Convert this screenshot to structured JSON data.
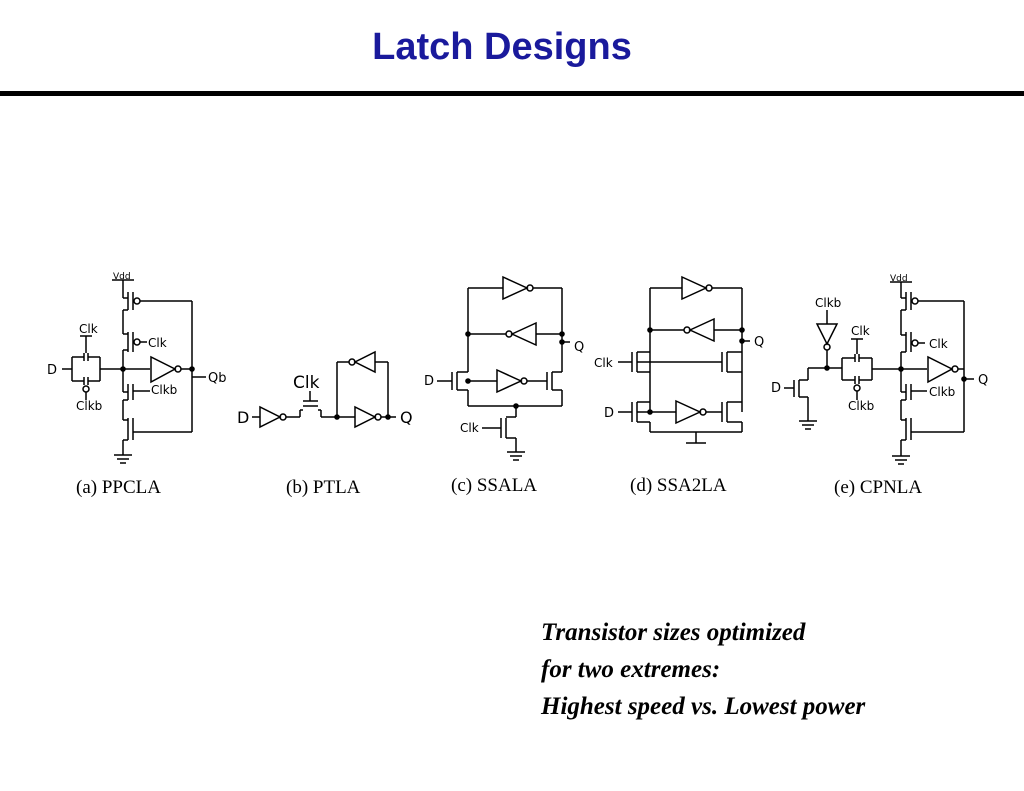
{
  "slide": {
    "title": "Latch Designs"
  },
  "circuits": [
    {
      "caption": "(a) PPCLA",
      "labels": {
        "vdd": "Vdd",
        "d": "D",
        "clk_pass": "Clk",
        "clkb_pass": "Clkb",
        "clk_stack": "Clk",
        "clkb_stack": "Clkb",
        "out": "Qb"
      }
    },
    {
      "caption": "(b) PTLA",
      "labels": {
        "d": "D",
        "clk": "Clk",
        "q": "Q"
      }
    },
    {
      "caption": "(c) SSALA",
      "labels": {
        "d": "D",
        "q": "Q",
        "clk": "Clk"
      }
    },
    {
      "caption": "(d) SSA2LA",
      "labels": {
        "clk": "Clk",
        "q": "Q",
        "d": "D"
      }
    },
    {
      "caption": "(e) CPNLA",
      "labels": {
        "vdd": "Vdd",
        "clkb_top": "Clkb",
        "d": "D",
        "clk_pass": "Clk",
        "clkb_pass": "Clkb",
        "clk_stack": "Clk",
        "clkb_stack": "Clkb",
        "q": "Q"
      }
    }
  ],
  "notes": {
    "lines": [
      "Transistor sizes optimized",
      "for two extremes:",
      "Highest speed vs. Lowest power"
    ]
  },
  "colors": {
    "title": "#1a1a9c",
    "rule": "#000000",
    "ink": "#000000"
  }
}
